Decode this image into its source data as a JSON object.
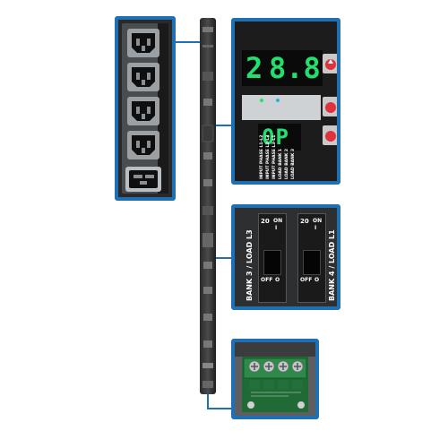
{
  "display": {
    "digit_left": "2",
    "digit_right": "8.8",
    "lower_code": "0P",
    "status_lines": [
      "INPUT PHASE L1-L2",
      "INPUT PHASE L2-L3",
      "INPUT PHASE L3-L1",
      "LOAD BANK 1",
      "LOAD BANK 2",
      "LOAD BANK 3"
    ]
  },
  "breakers": {
    "left_label": "BANK 3 / LOAD L3",
    "right_label": "BANK 4 / LOAD L1",
    "rating": "20",
    "on_text": "ON",
    "on_symbol": "I",
    "off_text": "OFF",
    "off_symbol": "O"
  },
  "outlets": {
    "count_c13": 4,
    "count_c19": 1
  },
  "colors": {
    "callout_blue": "#1e6fb3",
    "panel_dark": "#1c1c1c",
    "led_green": "#22e070",
    "button_red": "#e0323c",
    "terminal_green": "#1f6a35"
  }
}
